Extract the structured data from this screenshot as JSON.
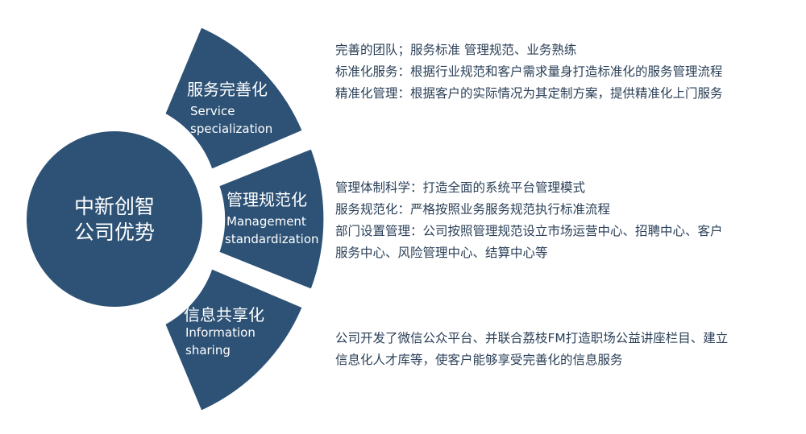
{
  "center": {
    "line1": "中新创智",
    "line2": "公司优势"
  },
  "segments": [
    {
      "title": "服务完善化",
      "en1": "Service",
      "en2": "specialization"
    },
    {
      "title": "管理规范化",
      "en1": "Management",
      "en2": "standardization"
    },
    {
      "title": "信息共享化",
      "en1": "Information",
      "en2": "sharing"
    }
  ],
  "descriptions": [
    {
      "lines": [
        "完善的团队；服务标准  管理规范、业务熟练",
        "标准化服务：根据行业规范和客户需求量身打造标准化的服务管理流程",
        "精准化管理：根据客户的实际情况为其定制方案，提供精准化上门服务"
      ]
    },
    {
      "lines": [
        "管理体制科学：打造全面的系统平台管理模式",
        "服务规范化：严格按照业务服务规范执行标准流程",
        "部门设置管理：公司按照管理规范设立市场运营中心、招聘中心、客户",
        "服务中心、风险管理中心、结算中心等"
      ]
    },
    {
      "lines": [
        "公司开发了微信公众平台、并联合荔枝FM打造职场公益讲座栏目、建立",
        "信息化人才库等，使客户能够享受完善化的信息服务"
      ]
    }
  ],
  "colors": {
    "accent": "#2d5276",
    "text": "#2a3f57",
    "background": "#ffffff"
  }
}
